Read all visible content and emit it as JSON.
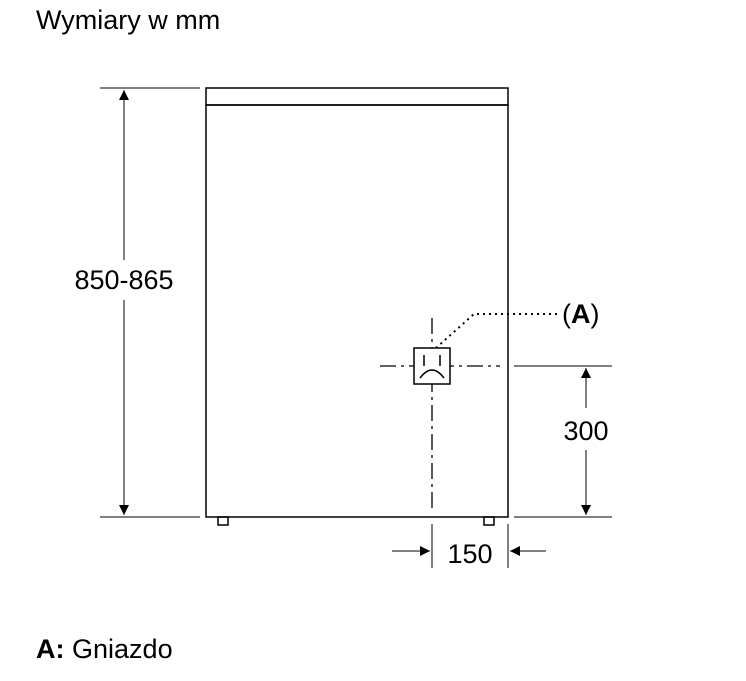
{
  "title": "Wymiary w mm",
  "dimensions": {
    "height": "850-865",
    "socket_height": "300",
    "socket_offset": "150"
  },
  "callout": {
    "open": "(",
    "letter": "A",
    "close": ")"
  },
  "legend": {
    "key": "A:",
    "text": "Gniazdo"
  },
  "colors": {
    "background": "#ffffff",
    "line": "#000000"
  }
}
